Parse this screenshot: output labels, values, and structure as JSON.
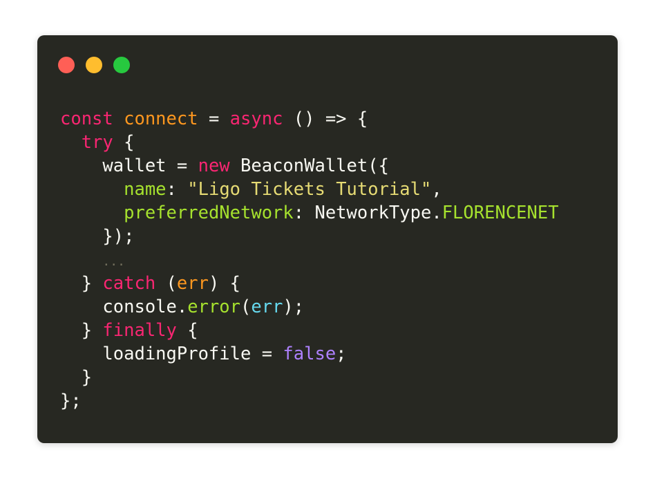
{
  "window": {
    "controls": [
      {
        "name": "close-button",
        "color": "#ff5f56"
      },
      {
        "name": "minimize-button",
        "color": "#ffbd2e"
      },
      {
        "name": "maximize-button",
        "color": "#27c93f"
      }
    ]
  },
  "colors": {
    "background": "#272822",
    "plain": "#f8f8f2",
    "keyword": "#f92672",
    "function": "#fd971f",
    "property": "#a6e22e",
    "string": "#e6db74",
    "param": "#fd971f",
    "builtin": "#66d9ef",
    "constant": "#ae81ff",
    "comment": "#75715e"
  },
  "code_lines": [
    [
      {
        "t": "const",
        "c": "keyword"
      },
      {
        "t": " ",
        "c": "plain"
      },
      {
        "t": "connect",
        "c": "function"
      },
      {
        "t": " = ",
        "c": "plain"
      },
      {
        "t": "async",
        "c": "keyword"
      },
      {
        "t": " () => {",
        "c": "plain"
      }
    ],
    [
      {
        "t": "  ",
        "c": "plain"
      },
      {
        "t": "try",
        "c": "keyword"
      },
      {
        "t": " {",
        "c": "plain"
      }
    ],
    [
      {
        "t": "    wallet = ",
        "c": "plain"
      },
      {
        "t": "new",
        "c": "keyword"
      },
      {
        "t": " BeaconWallet({",
        "c": "plain"
      }
    ],
    [
      {
        "t": "      ",
        "c": "plain"
      },
      {
        "t": "name",
        "c": "property"
      },
      {
        "t": ": ",
        "c": "plain"
      },
      {
        "t": "\"Ligo Tickets Tutorial\"",
        "c": "string"
      },
      {
        "t": ",",
        "c": "plain"
      }
    ],
    [
      {
        "t": "      ",
        "c": "plain"
      },
      {
        "t": "preferredNetwork",
        "c": "property"
      },
      {
        "t": ": NetworkType.",
        "c": "plain"
      },
      {
        "t": "FLORENCENET",
        "c": "property"
      }
    ],
    [
      {
        "t": "    });",
        "c": "plain"
      }
    ],
    [
      {
        "t": "    ",
        "c": "plain"
      },
      {
        "t": "...",
        "c": "comment",
        "ellipsis": true
      }
    ],
    [
      {
        "t": "  } ",
        "c": "plain"
      },
      {
        "t": "catch",
        "c": "keyword"
      },
      {
        "t": " (",
        "c": "plain"
      },
      {
        "t": "err",
        "c": "param"
      },
      {
        "t": ") {",
        "c": "plain"
      }
    ],
    [
      {
        "t": "    console.",
        "c": "plain"
      },
      {
        "t": "error",
        "c": "property"
      },
      {
        "t": "(",
        "c": "plain"
      },
      {
        "t": "err",
        "c": "builtin"
      },
      {
        "t": ");",
        "c": "plain"
      }
    ],
    [
      {
        "t": "  } ",
        "c": "plain"
      },
      {
        "t": "finally",
        "c": "keyword"
      },
      {
        "t": " {",
        "c": "plain"
      }
    ],
    [
      {
        "t": "    loadingProfile = ",
        "c": "plain"
      },
      {
        "t": "false",
        "c": "constant"
      },
      {
        "t": ";",
        "c": "plain"
      }
    ],
    [
      {
        "t": "  }",
        "c": "plain"
      }
    ],
    [
      {
        "t": "};",
        "c": "plain"
      }
    ]
  ]
}
